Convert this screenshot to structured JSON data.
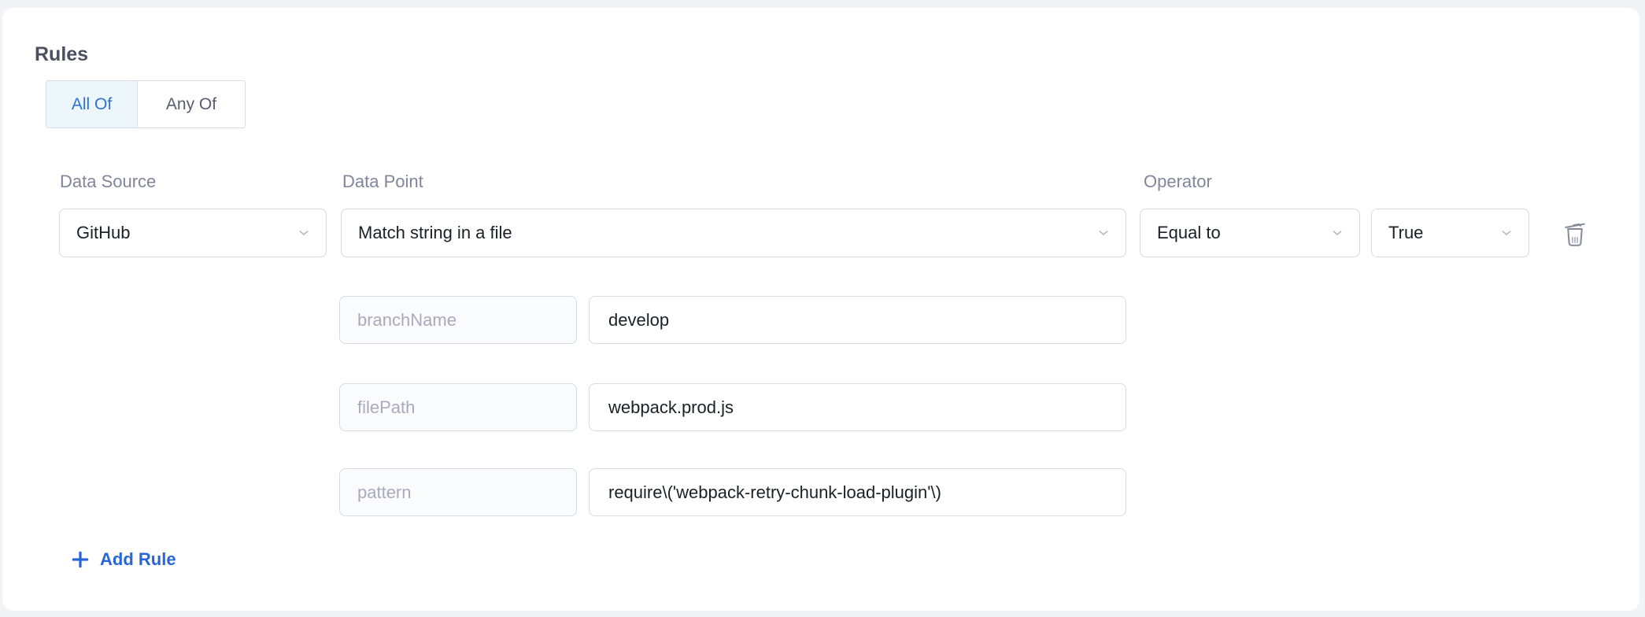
{
  "colors": {
    "page_background": "#f1f3f6",
    "card_background": "#ffffff",
    "border": "#d9dbe4",
    "accent_blue": "#2d73d3",
    "add_rule_blue": "#2766d9",
    "selected_toggle_background": "#edf6fb",
    "label_gray": "#80859b",
    "placeholder_gray": "#a7abbd",
    "icon_gray": "#868b9b"
  },
  "rules": {
    "title": "Rules",
    "match_mode": {
      "options": [
        {
          "label": "All Of",
          "selected": true
        },
        {
          "label": "Any Of",
          "selected": false
        }
      ]
    },
    "rule": {
      "data_source": {
        "label": "Data Source",
        "value": "GitHub"
      },
      "data_point": {
        "label": "Data Point",
        "value": "Match string in a file"
      },
      "operator": {
        "label": "Operator",
        "value": "Equal to"
      },
      "operator_value": {
        "value": "True"
      },
      "params": [
        {
          "key": "branchName",
          "value": "develop"
        },
        {
          "key": "filePath",
          "value": "webpack.prod.js"
        },
        {
          "key": "pattern",
          "value": "require\\('webpack-retry-chunk-load-plugin'\\)"
        }
      ]
    },
    "add_rule_label": "Add Rule"
  }
}
